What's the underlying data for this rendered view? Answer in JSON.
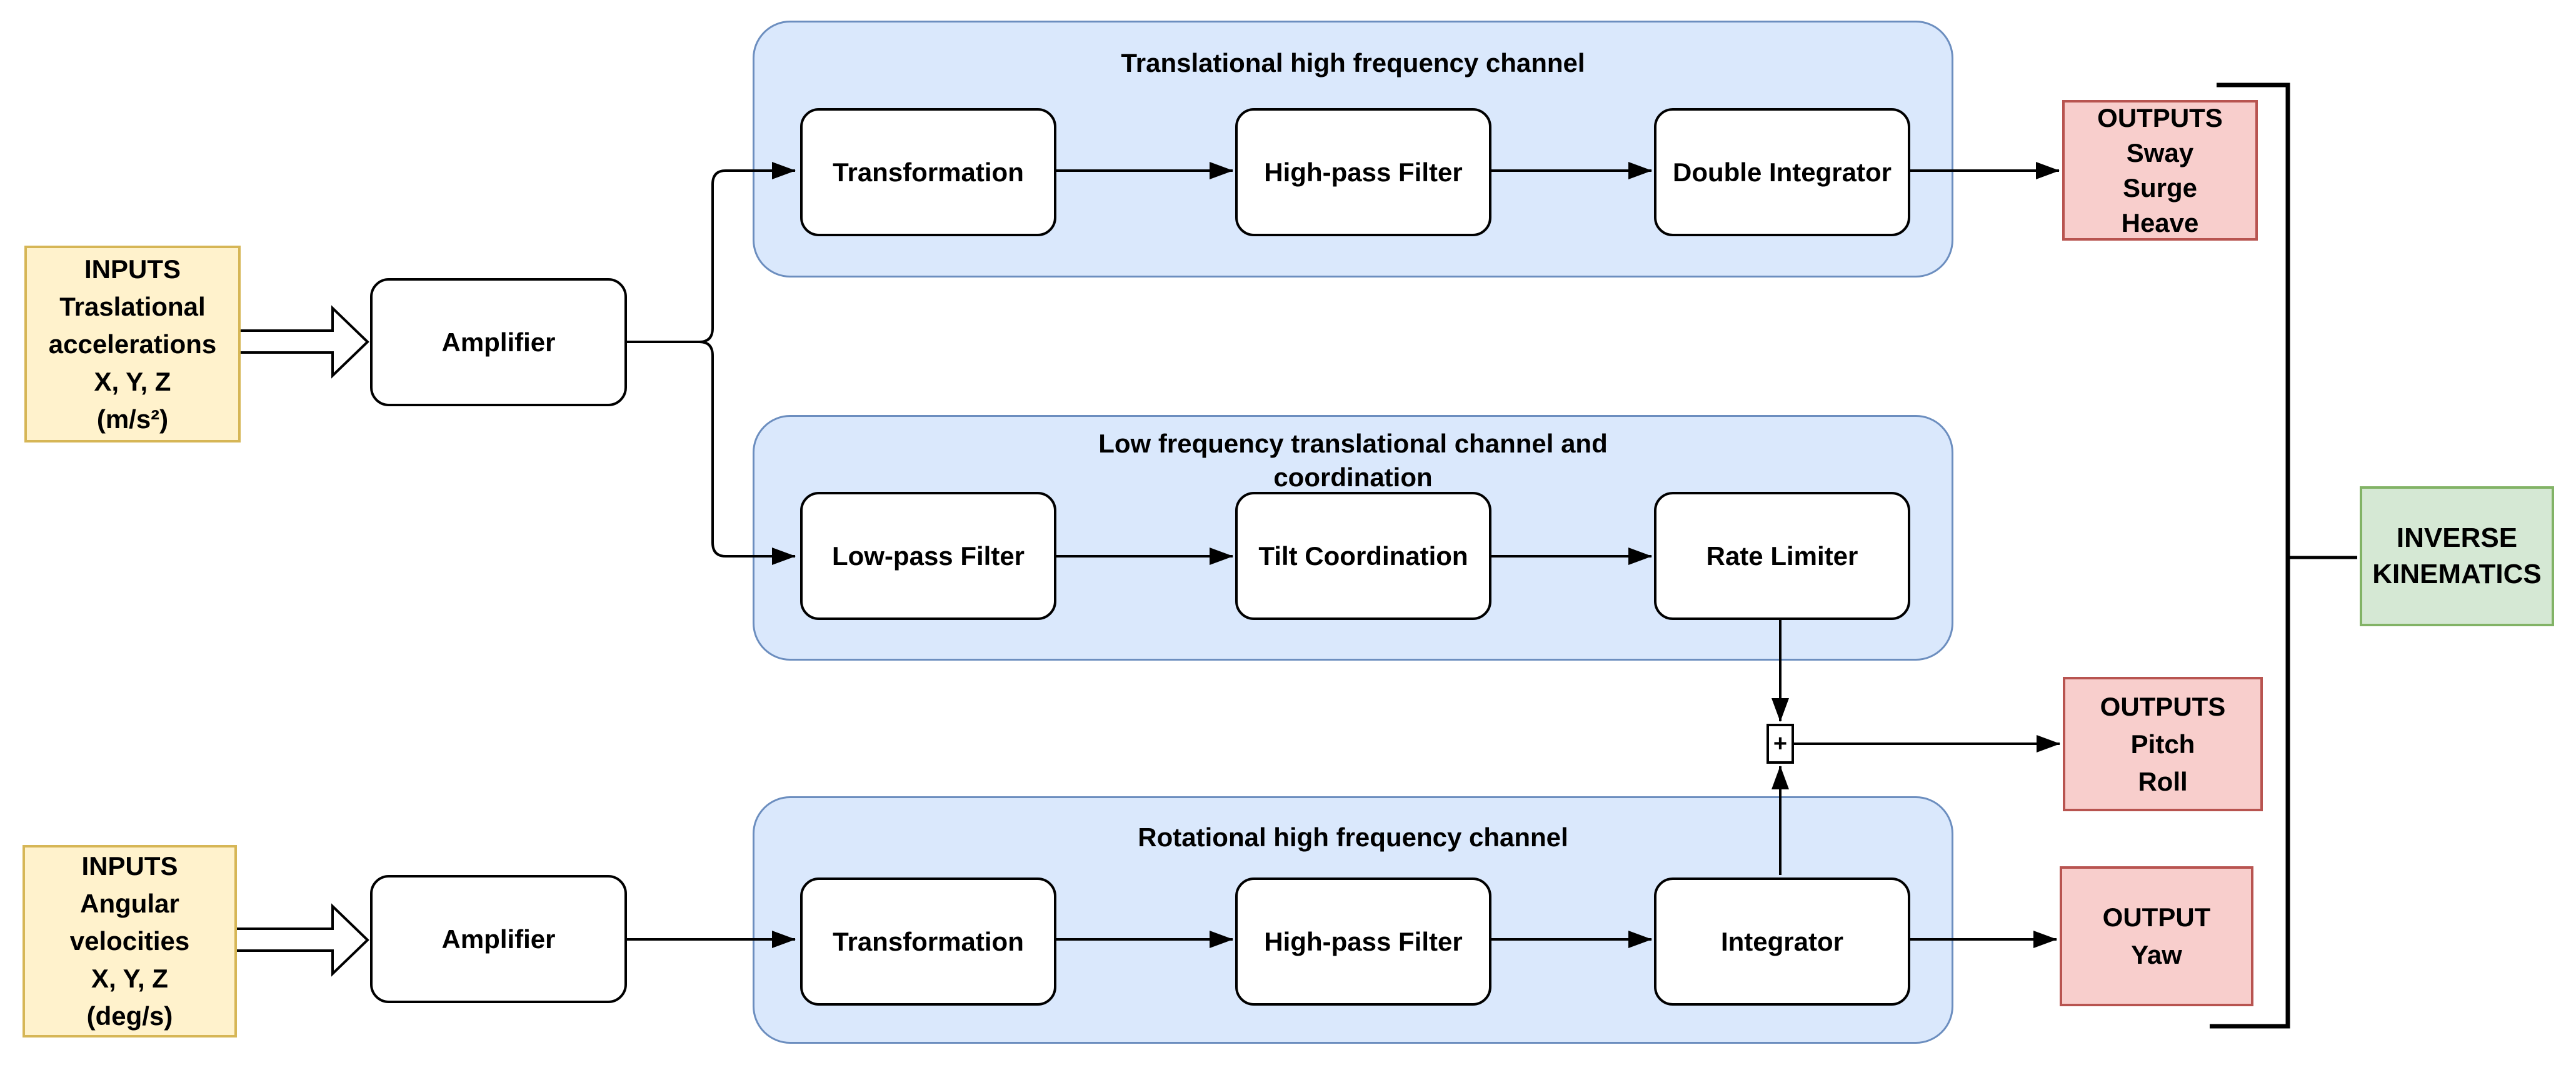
{
  "diagram": {
    "inputs": [
      {
        "lines": [
          "INPUTS",
          "Traslational",
          "accelerations",
          "X, Y, Z",
          "(m/s²)"
        ]
      },
      {
        "lines": [
          "INPUTS",
          "Angular",
          "velocities",
          "X, Y, Z",
          "(deg/s)"
        ]
      }
    ],
    "amplifiers": [
      "Amplifier",
      "Amplifier"
    ],
    "channels": [
      {
        "title_lines": [
          "Translational high frequency channel"
        ],
        "blocks": [
          "Transformation",
          "High-pass Filter",
          "Double Integrator"
        ]
      },
      {
        "title_lines": [
          "Low frequency translational channel and",
          "coordination"
        ],
        "blocks": [
          "Low-pass Filter",
          "Tilt Coordination",
          "Rate Limiter"
        ]
      },
      {
        "title_lines": [
          "Rotational high frequency channel"
        ],
        "blocks": [
          "Transformation",
          "High-pass Filter",
          "Integrator"
        ]
      }
    ],
    "sum_junction": {
      "label": "+"
    },
    "outputs": [
      {
        "lines": [
          "OUTPUTS",
          "Sway",
          "Surge",
          "Heave"
        ]
      },
      {
        "lines": [
          "OUTPUTS",
          "Pitch",
          "Roll"
        ]
      },
      {
        "lines": [
          "OUTPUT",
          "Yaw"
        ]
      }
    ],
    "inverse_kinematics": {
      "lines": [
        "INVERSE",
        "KINEMATICS"
      ]
    },
    "colors": {
      "input_fill": "#fff2cc",
      "input_border": "#d6b656",
      "channel_fill": "#dae8fc",
      "channel_border": "#6c8ebf",
      "block_fill": "#ffffff",
      "block_border": "#000000",
      "output_fill": "#f8cecc",
      "output_border": "#b85450",
      "inverse_kinematics_fill": "#d5e8d4",
      "inverse_kinematics_border": "#82b366",
      "wire": "#000000"
    }
  }
}
